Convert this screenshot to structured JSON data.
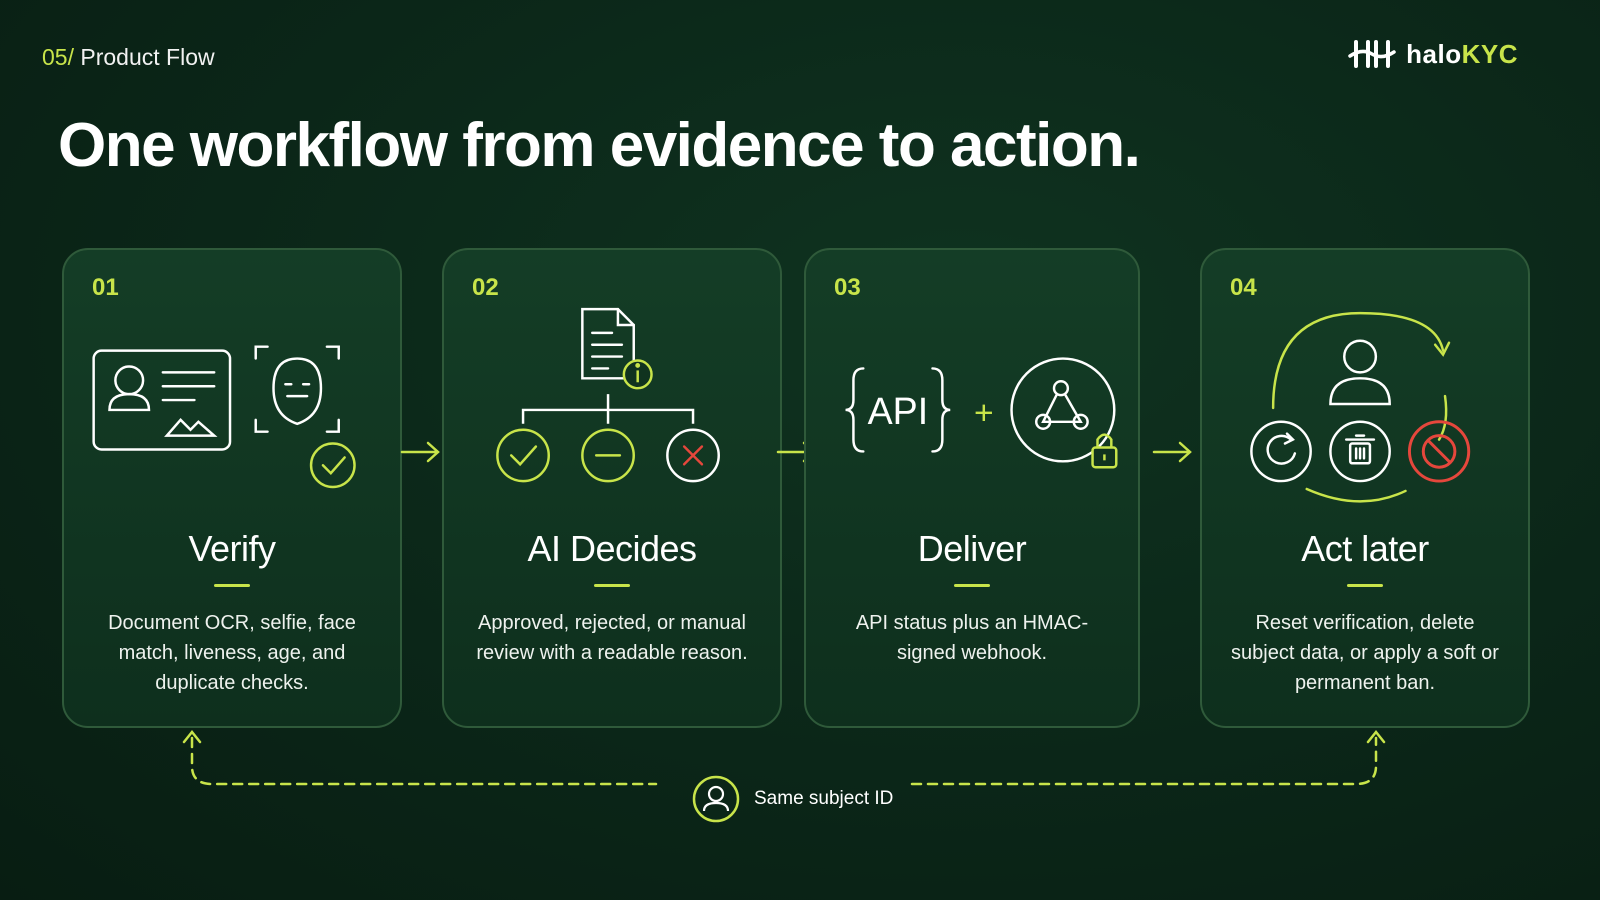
{
  "header": {
    "section_number": "05/",
    "section_title": "Product Flow"
  },
  "brand": {
    "name_part1": "halo",
    "name_part2": "KYC",
    "accent_color": "#c8e44a"
  },
  "title": "One workflow from evidence to action.",
  "steps": [
    {
      "number": "01",
      "heading": "Verify",
      "description": "Document OCR, selfie, face match, liveness, age, and duplicate checks."
    },
    {
      "number": "02",
      "heading": "AI Decides",
      "description": "Approved, rejected, or manual review with a readable reason."
    },
    {
      "number": "03",
      "heading": "Deliver",
      "description": "API status plus an HMAC-signed webhook.",
      "api_label": "API",
      "plus": "+"
    },
    {
      "number": "04",
      "heading": "Act later",
      "description": "Reset verification, delete subject data, or apply a soft or permanent ban."
    }
  ],
  "footer": {
    "subject_label": "Same subject ID"
  },
  "colors": {
    "accent": "#c8e44a",
    "reject": "#e5473c",
    "background": "#0b2618",
    "card_border": "#2f5a3a"
  }
}
